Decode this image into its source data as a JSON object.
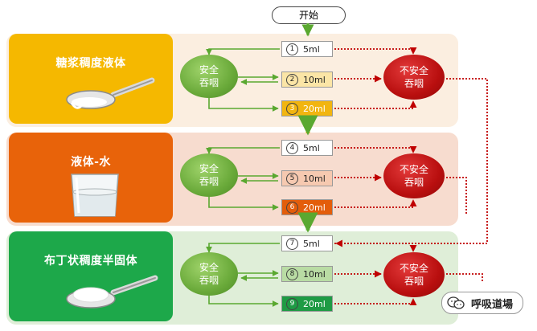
{
  "start": "开始",
  "sections": [
    {
      "title": "糖浆稠度液体",
      "safe": [
        "安全",
        "吞咽"
      ],
      "unsafe": [
        "不安全",
        "吞咽"
      ],
      "volumes": [
        {
          "num": "1",
          "ml": "5ml"
        },
        {
          "num": "2",
          "ml": "10ml"
        },
        {
          "num": "3",
          "ml": "20ml"
        }
      ]
    },
    {
      "title": "液体-水",
      "safe": [
        "安全",
        "吞咽"
      ],
      "unsafe": [
        "不安全",
        "吞咽"
      ],
      "volumes": [
        {
          "num": "4",
          "ml": "5ml"
        },
        {
          "num": "5",
          "ml": "10ml"
        },
        {
          "num": "6",
          "ml": "20ml"
        }
      ]
    },
    {
      "title": "布丁状稠度半固体",
      "safe": [
        "安全",
        "吞咽"
      ],
      "unsafe": [
        "不安全",
        "吞咽"
      ],
      "volumes": [
        {
          "num": "7",
          "ml": "5ml"
        },
        {
          "num": "8",
          "ml": "10ml"
        },
        {
          "num": "9",
          "ml": "20ml"
        }
      ]
    }
  ],
  "watermark": "呼吸道場",
  "colors": {
    "yellow": "#f5b800",
    "orange": "#e8630a",
    "green": "#1da84a",
    "safe_green": "#6aaa3a",
    "unsafe_red": "#b90f0f",
    "arrow_green": "#5aa830",
    "arrow_red": "#c00000"
  }
}
